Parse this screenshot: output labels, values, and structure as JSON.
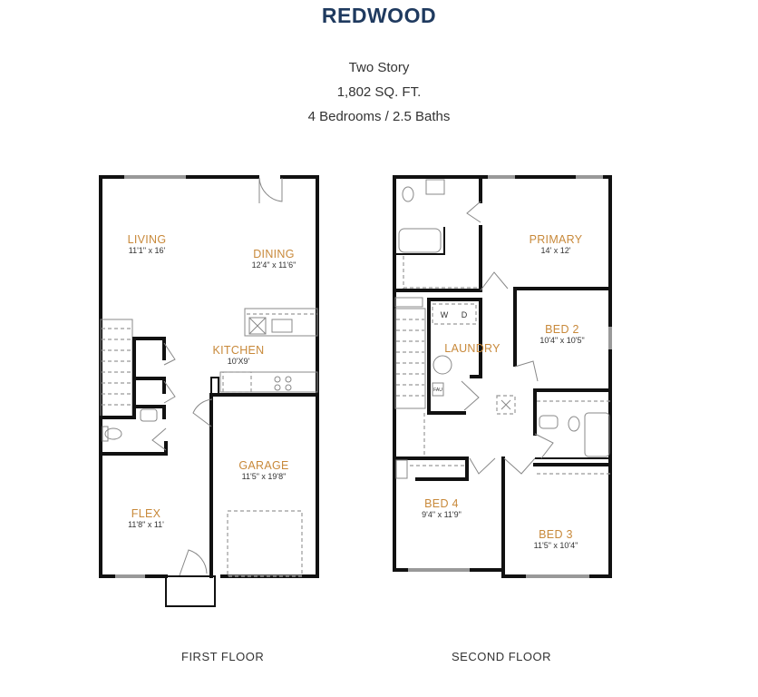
{
  "header": {
    "title": "REDWOOD",
    "stories": "Two Story",
    "area": "1,802 SQ. FT.",
    "beds_baths": "4 Bedrooms / 2.5 Baths"
  },
  "first_floor": {
    "label": "FIRST FLOOR",
    "rooms": [
      {
        "name": "LIVING",
        "dims": "11'1\" x 16'"
      },
      {
        "name": "DINING",
        "dims": "12'4\" x 11'6\""
      },
      {
        "name": "KITCHEN",
        "dims": "10'X9'"
      },
      {
        "name": "GARAGE",
        "dims": "11'5\" x 19'8\""
      },
      {
        "name": "FLEX",
        "dims": "11'8\" x 11'"
      }
    ]
  },
  "second_floor": {
    "label": "SECOND FLOOR",
    "rooms": [
      {
        "name": "PRIMARY",
        "dims": "14' x 12'"
      },
      {
        "name": "BED 2",
        "dims": "10'4\" x 10'5\""
      },
      {
        "name": "LAUNDRY",
        "dims": ""
      },
      {
        "name": "BED 4",
        "dims": "9'4\" x 11'9\""
      },
      {
        "name": "BED 3",
        "dims": "11'5\" x 10'4\""
      }
    ],
    "appliance_labels": {
      "washer": "W",
      "dryer": "D",
      "furnace": "FAU"
    }
  },
  "colors": {
    "title": "#1f3a5f",
    "room_name": "#c8893a"
  }
}
